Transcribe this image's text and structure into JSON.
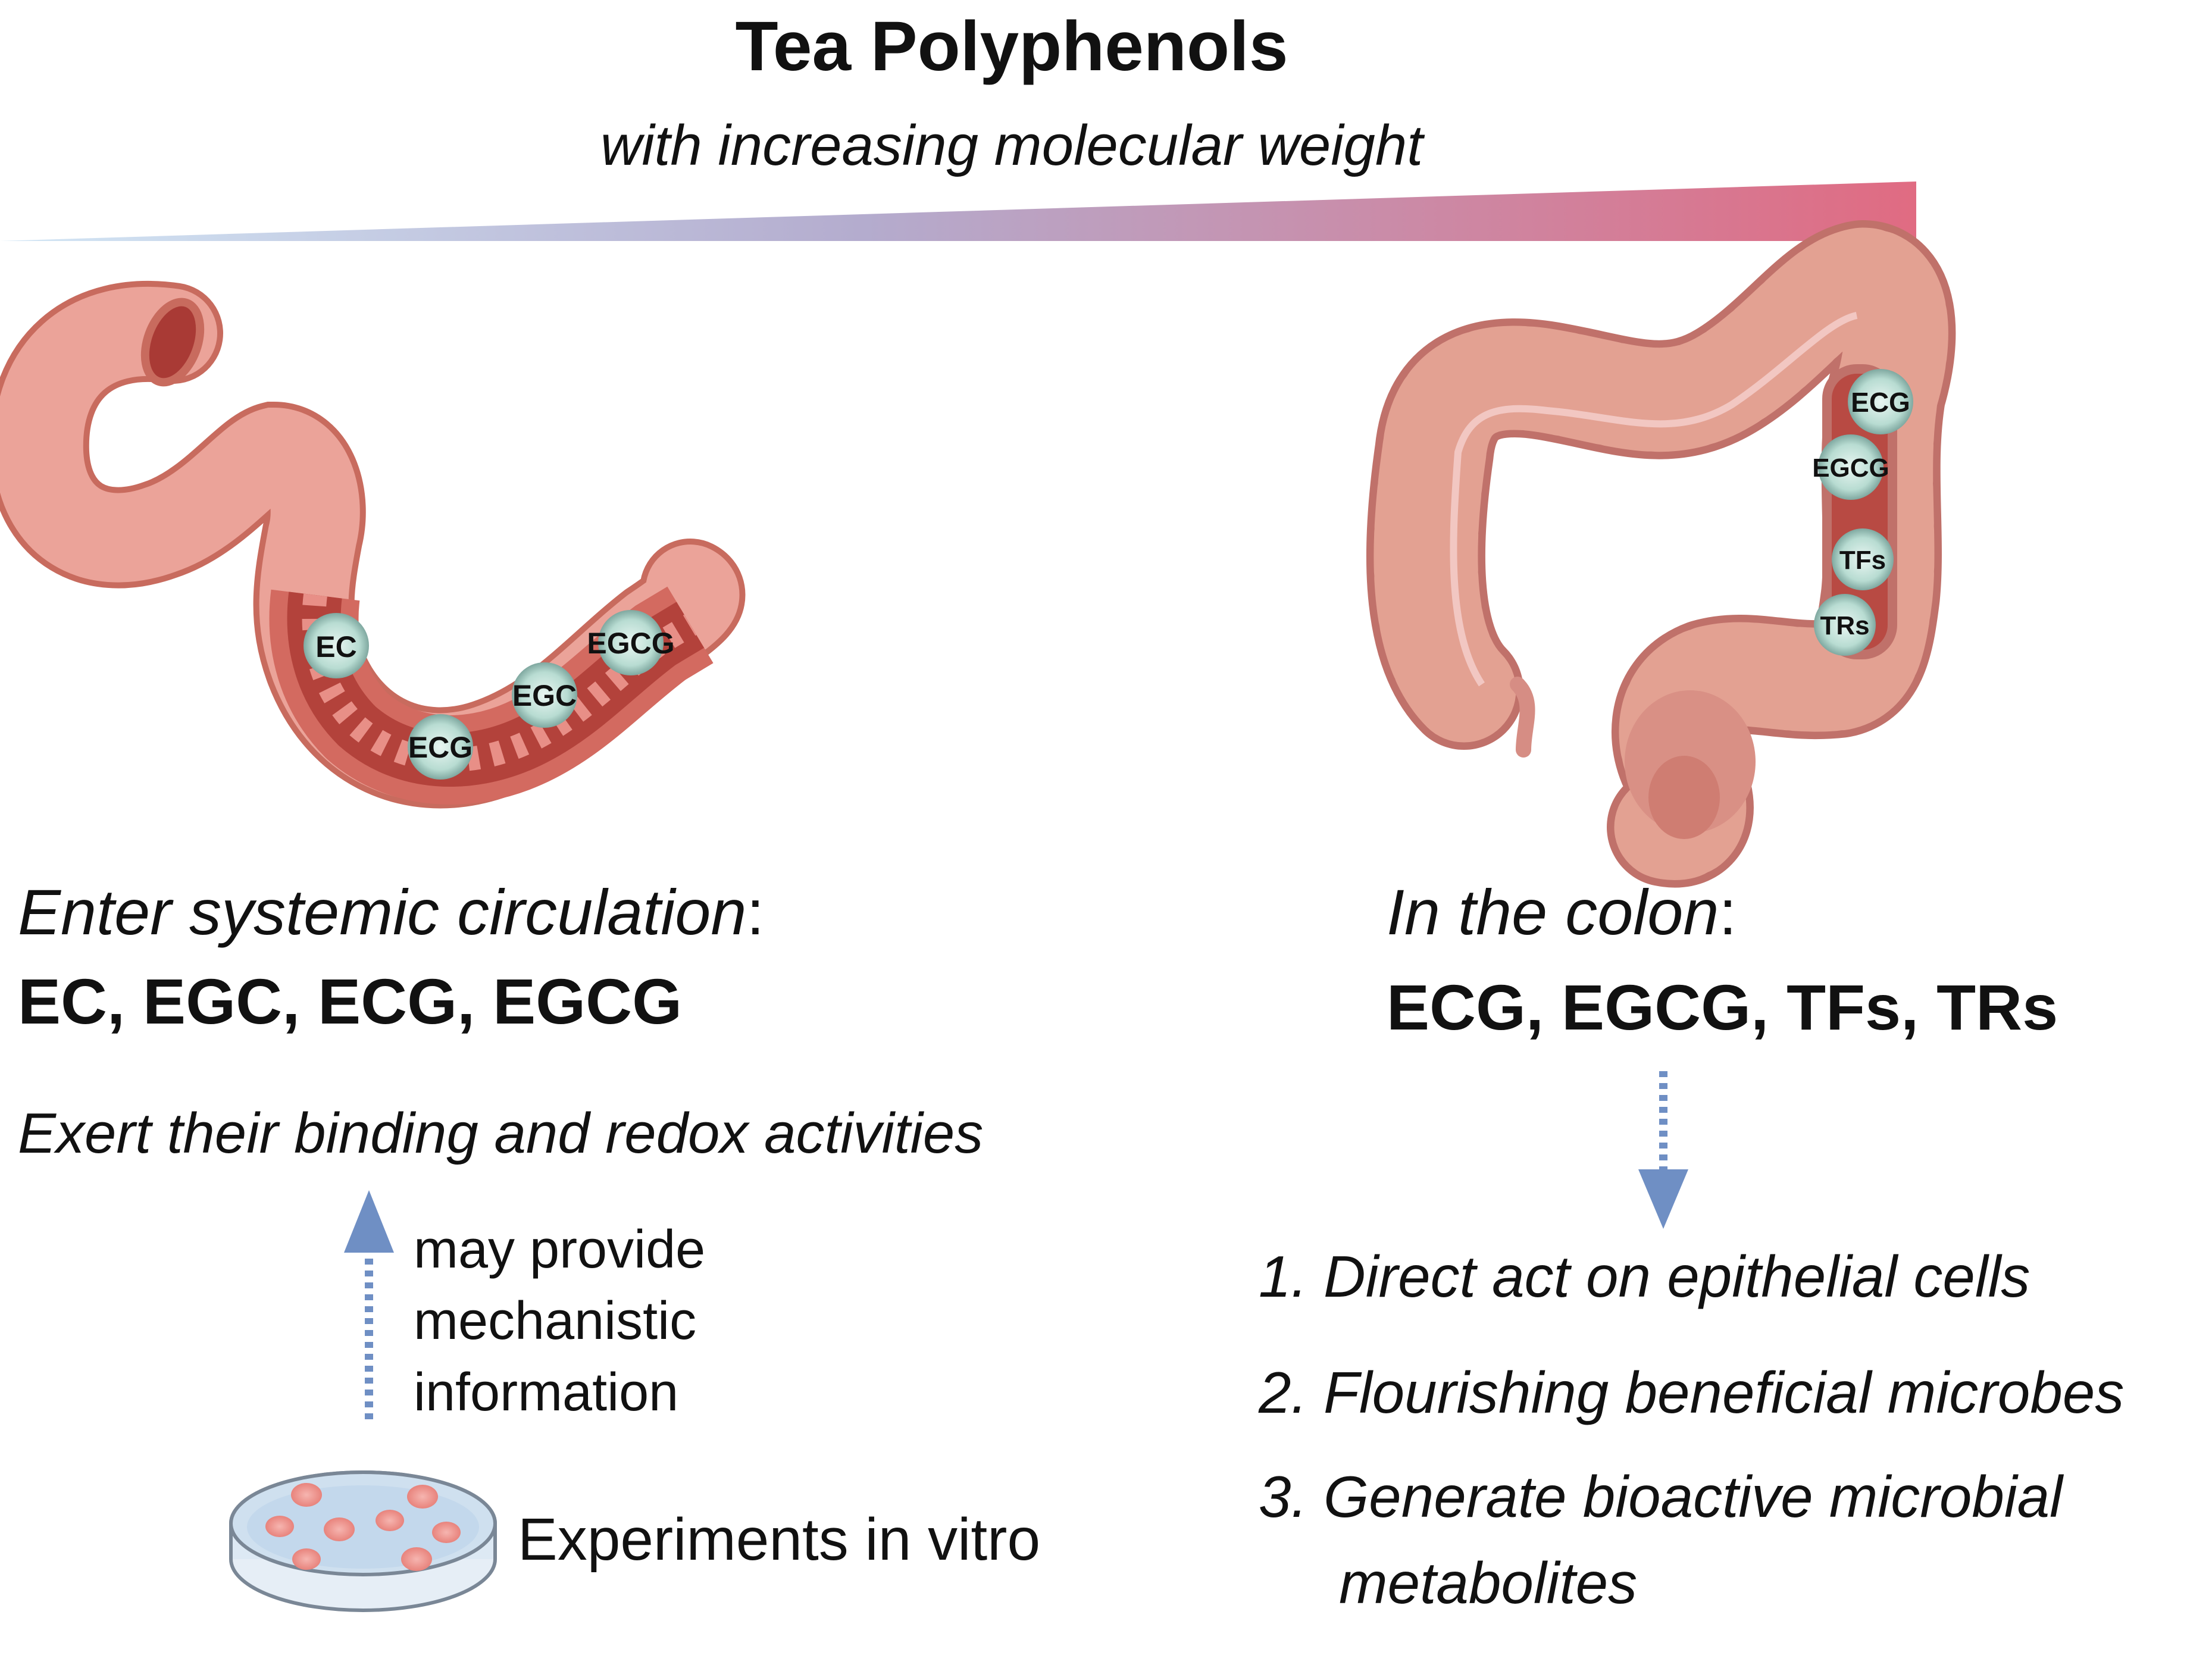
{
  "title": "Tea Polyphenols",
  "subtitle": "with increasing molecular weight",
  "gradient_colors": [
    "#cfe3f3",
    "#e06b82"
  ],
  "left": {
    "heading": "Enter systemic circulation",
    "heading_colon": ":",
    "compounds": "EC, EGC, ECG, EGCG",
    "activity": "Exert their binding and redox activities",
    "arrow_label_lines": [
      "may provide",
      "mechanistic",
      "information"
    ],
    "experiments": "Experiments in vitro",
    "intestine_labels": [
      "EC",
      "ECG",
      "EGC",
      "EGCG"
    ]
  },
  "right": {
    "heading": "In the colon",
    "heading_colon": ":",
    "compounds": "ECG, EGCG, TFs, TRs",
    "colon_labels": [
      "ECG",
      "EGCG",
      "TFs",
      "TRs"
    ],
    "effects": [
      "1. Direct act on epithelial cells",
      "2. Flourishing beneficial microbes",
      "3. Generate bioactive microbial",
      "metabolites"
    ]
  },
  "colors": {
    "tissue": "#e8978a",
    "tissue_dark": "#c8584c",
    "lumen": "#b9443d",
    "bubble": "#bfe0d8",
    "arrow": "#6f8fc4",
    "dish": "#d8e6f2"
  }
}
